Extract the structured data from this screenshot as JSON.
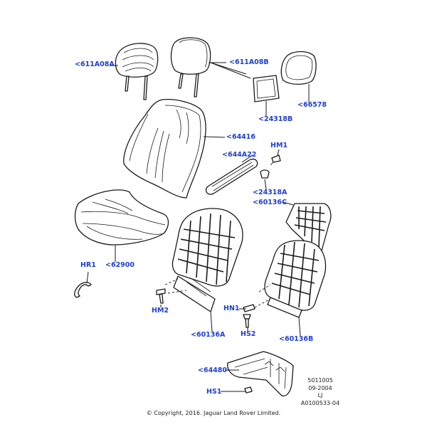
{
  "colors": {
    "label": "#1f3fd1",
    "line": "#1a1a1a",
    "background": "#ffffff"
  },
  "labels": {
    "l611A08A": "<611A08A",
    "l611A08B": "<611A08B",
    "l66578": "<66578",
    "l24318B": "<24318B",
    "l64416": "<64416",
    "lHM1": "HM1",
    "l644A22": "<644A22",
    "l24318A": "<24318A",
    "l60136C": "<60136C",
    "lHR1": "HR1",
    "l62900": "<62900",
    "lHM2": "HM2",
    "lHN1": "HN1",
    "lHS2": "HS2",
    "l60136A": "<60136A",
    "l60136B": "<60136B",
    "l64480": "<64480",
    "lHS1": "HS1"
  },
  "meta": {
    "code": "5011005",
    "date": "09-2004",
    "initials": "LJ",
    "ref": "A0100533-04"
  },
  "copyright": "© Copyright, 2016. Jaguar Land Rover Limited."
}
